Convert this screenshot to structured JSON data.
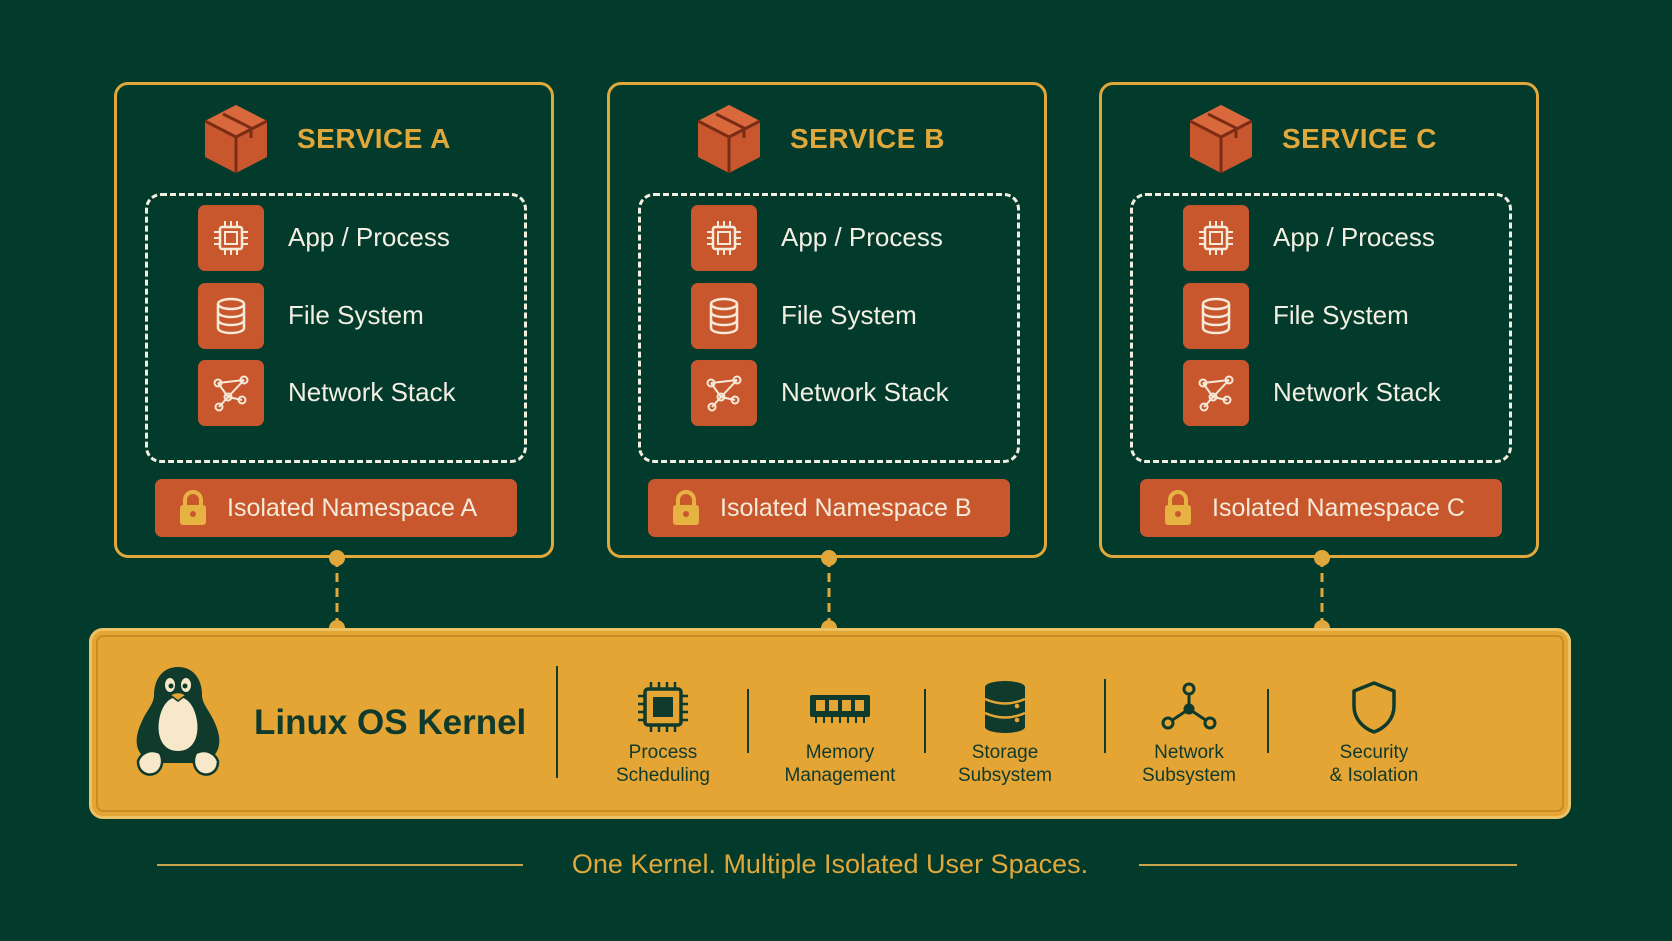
{
  "colors": {
    "background": "#023a2c",
    "accent_gold": "#e0a83b",
    "kernel_fill": "#e4a535",
    "icon_orange": "#c8572e",
    "text_light": "#f3efe3",
    "text_dark": "#0f3a2c"
  },
  "services": [
    {
      "title": "SERVICE A",
      "icon": "package-cube-icon",
      "components": [
        {
          "label": "App / Process",
          "icon": "cpu-chip-icon"
        },
        {
          "label": "File System",
          "icon": "database-icon"
        },
        {
          "label": "Network Stack",
          "icon": "network-graph-icon"
        }
      ],
      "namespace": {
        "label": "Isolated Namespace A",
        "icon": "lock-icon"
      }
    },
    {
      "title": "SERVICE B",
      "icon": "package-cube-icon",
      "components": [
        {
          "label": "App / Process",
          "icon": "cpu-chip-icon"
        },
        {
          "label": "File System",
          "icon": "database-icon"
        },
        {
          "label": "Network Stack",
          "icon": "network-graph-icon"
        }
      ],
      "namespace": {
        "label": "Isolated Namespace B",
        "icon": "lock-icon"
      }
    },
    {
      "title": "SERVICE C",
      "icon": "package-cube-icon",
      "components": [
        {
          "label": "App / Process",
          "icon": "cpu-chip-icon"
        },
        {
          "label": "File System",
          "icon": "database-icon"
        },
        {
          "label": "Network Stack",
          "icon": "network-graph-icon"
        }
      ],
      "namespace": {
        "label": "Isolated Namespace C",
        "icon": "lock-icon"
      }
    }
  ],
  "kernel": {
    "title": "Linux OS Kernel",
    "icon": "tux-penguin-icon",
    "features": [
      {
        "label": "Process\nScheduling",
        "icon": "cpu-chip-icon"
      },
      {
        "label": "Memory\nManagement",
        "icon": "memory-module-icon"
      },
      {
        "label": "Storage\nSubsystem",
        "icon": "storage-stack-icon"
      },
      {
        "label": "Network\nSubsystem",
        "icon": "network-nodes-icon"
      },
      {
        "label": "Security\n& Isolation",
        "icon": "shield-icon"
      }
    ]
  },
  "footer": {
    "tagline": "One Kernel. Multiple Isolated User Spaces."
  }
}
